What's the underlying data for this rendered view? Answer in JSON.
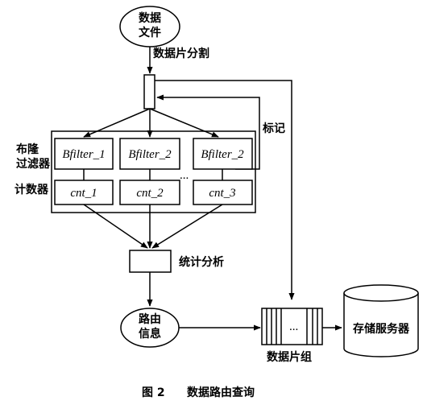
{
  "nodes": {
    "data_file": "数据\n文件",
    "split_label": "数据片分割",
    "mark_label": "标记",
    "bloom_label": "布隆\n过滤器",
    "counter_label": "计数器",
    "bfilters": [
      "Bfilter_1",
      "Bfilter_2",
      "Bfilter_2"
    ],
    "counters": [
      "cnt_1",
      "cnt_2",
      "cnt_3"
    ],
    "ellipsis": "...",
    "stats_label": "统计分析",
    "route_info": "路由\n信息",
    "group_ellipsis": "...",
    "group_label": "数据片组",
    "storage_label": "存储服务器"
  },
  "caption": {
    "figure_no": "图 2",
    "title": "数据路由查询"
  }
}
